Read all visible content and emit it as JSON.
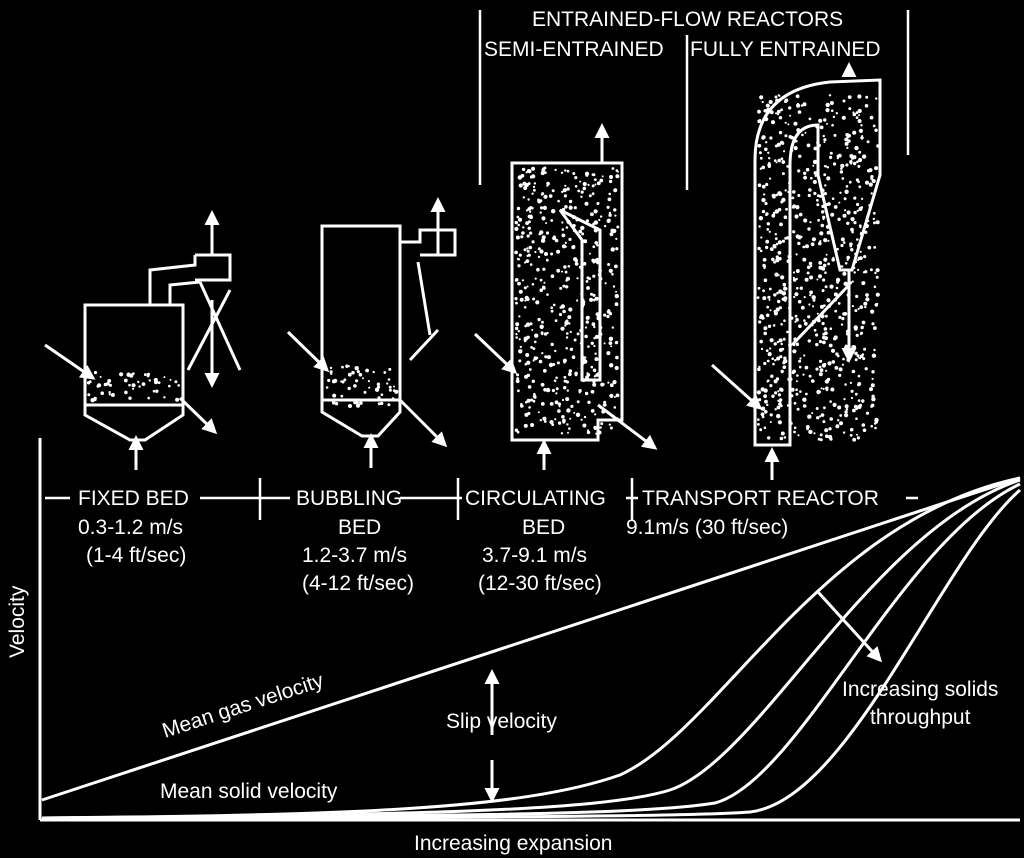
{
  "colors": {
    "background": "#000000",
    "foreground": "#ffffff"
  },
  "header": {
    "group_title": "ENTRAINED-FLOW REACTORS",
    "semi": "SEMI-ENTRAINED",
    "fully": "FULLY ENTRAINED"
  },
  "reactors": [
    {
      "name": "FIXED BED",
      "name2": "",
      "speed_si": "0.3-1.2 m/s",
      "speed_us": "(1-4 ft/sec)"
    },
    {
      "name": "BUBBLING",
      "name2": "BED",
      "speed_si": "1.2-3.7 m/s",
      "speed_us": "(4-12 ft/sec)"
    },
    {
      "name": "CIRCULATING",
      "name2": "BED",
      "speed_si": "3.7-9.1 m/s",
      "speed_us": "(12-30 ft/sec)"
    },
    {
      "name": "TRANSPORT REACTOR",
      "name2": "",
      "speed_si": "9.1m/s (30 ft/sec)",
      "speed_us": ""
    }
  ],
  "axes": {
    "ylabel": "Velocity",
    "xlabel": "Increasing expansion"
  },
  "curves": {
    "gas": "Mean gas velocity",
    "solid": "Mean solid velocity",
    "slip": "Slip velocity",
    "solids_line1": "Increasing solids",
    "solids_line2": "throughput"
  }
}
